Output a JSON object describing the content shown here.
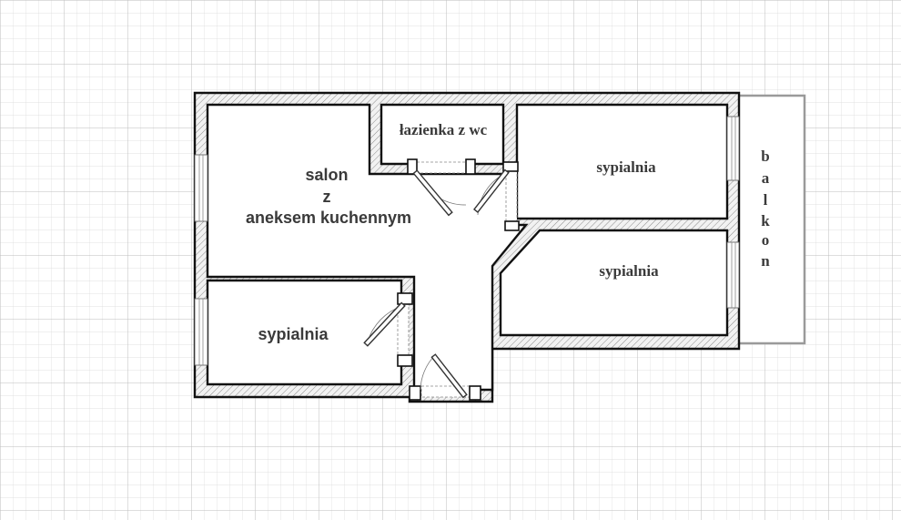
{
  "plan": {
    "rooms": {
      "living": {
        "line1": "salon",
        "line2": "z",
        "line3": "aneksem kuchennym"
      },
      "bathroom": "łazienka z wc",
      "bedroom_top_right": "sypialnia",
      "bedroom_mid_right": "sypialnia",
      "bedroom_left": "sypialnia"
    },
    "balcony": {
      "letters": [
        "b",
        "a",
        "l",
        "k",
        "o",
        "n"
      ]
    }
  }
}
